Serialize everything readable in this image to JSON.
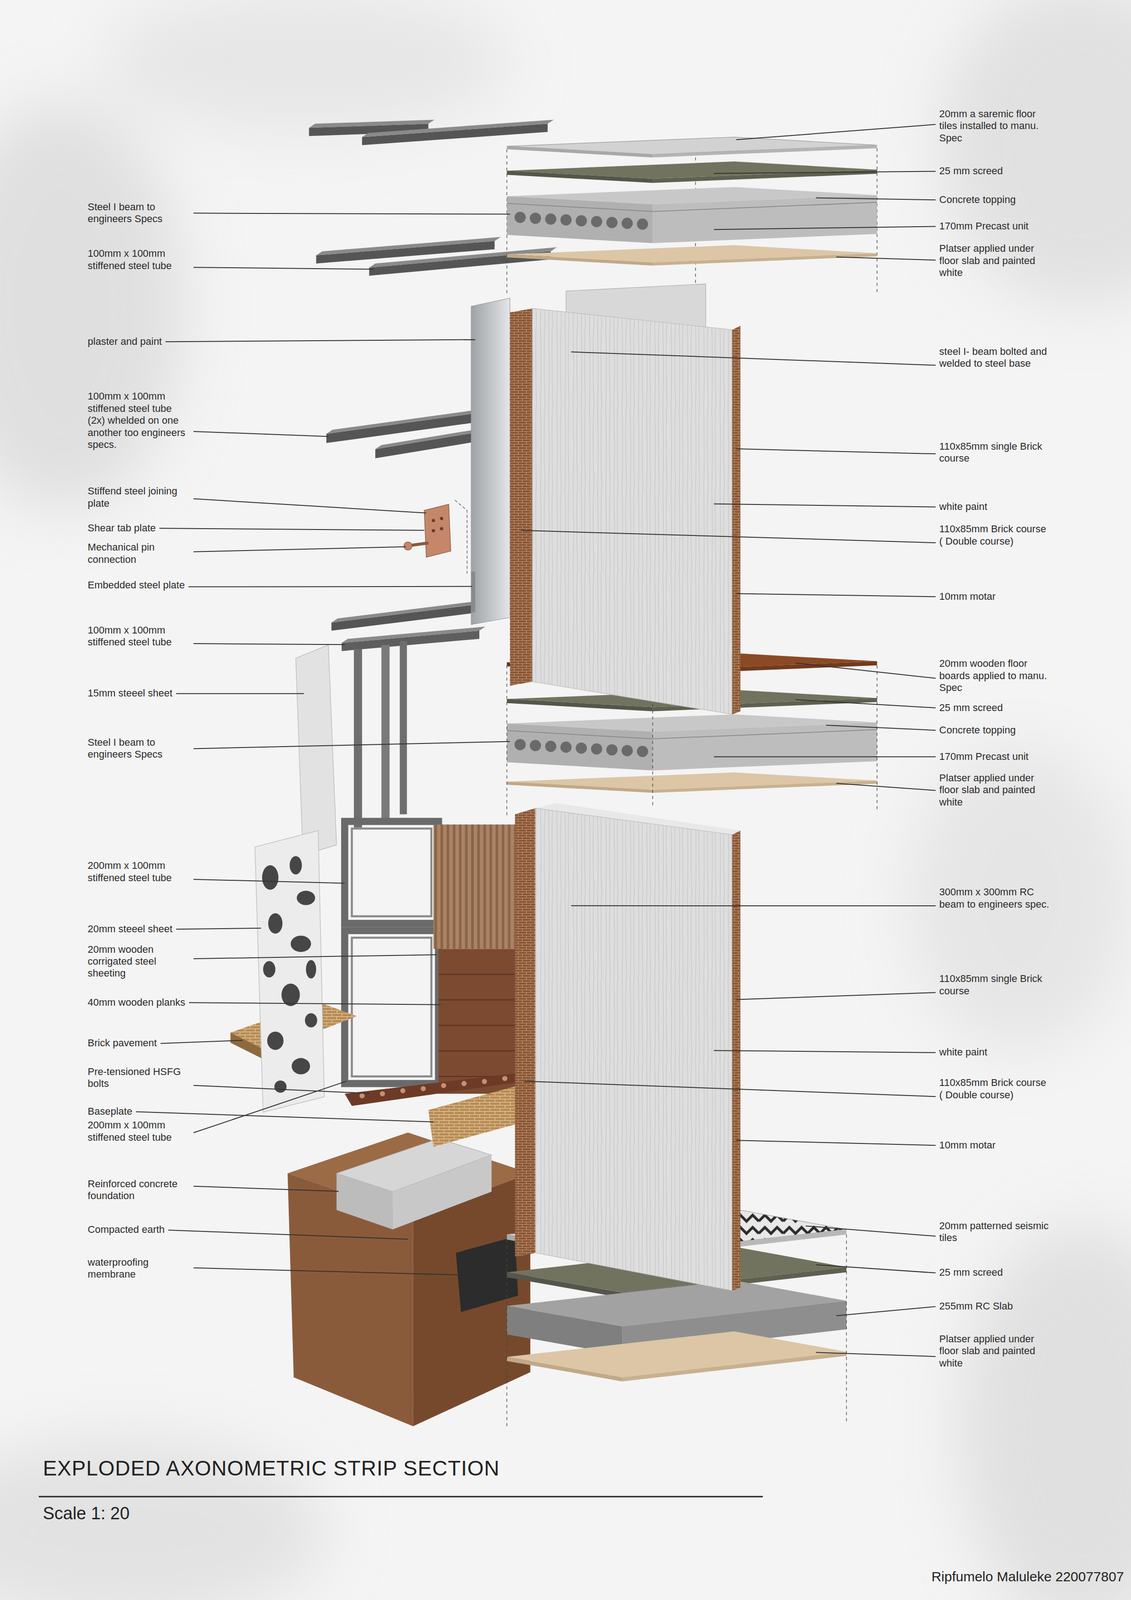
{
  "diagram": {
    "title": "EXPLODED AXONOMETRIC STRIP SECTION",
    "labels": [
      "Steel I beam to engineers Specs",
      "100mm x 100mm stiffened steel tube",
      "plaster and paint",
      "100mm x 100mm stiffened steel tube (2x) whelded on one another too engineers specs.",
      "Stiffend steel joining plate",
      "Shear tab plate",
      "Mechanical pin connection",
      "Embedded steel plate",
      "100mm x 100mm stiffened steel tube",
      "15mm steeel sheet",
      "Steel I beam to engineers Specs",
      "200mm x 100mm stiffened steel tube",
      "20mm steeel sheet",
      "20mm wooden corrigated steel sheeting",
      "40mm wooden planks",
      "Brick pavement",
      "Pre-tensioned HSFG bolts",
      "Baseplate",
      "200mm x 100mm stiffened steel tube",
      "Reinforced concrete foundation",
      "Compacted earth",
      "waterproofing membrane",
      "20mm a saremic floor tiles installed to manu. Spec",
      "25 mm screed",
      "Concrete topping",
      "170mm Precast unit",
      "Platser applied under floor slab and painted white",
      "steel I- beam bolted and welded to steel base",
      "110x85mm single Brick course",
      "white paint",
      "110x85mm Brick course ( Double course)",
      "10mm motar",
      "20mm wooden floor boards applied to manu. Spec",
      "25 mm screed",
      "Concrete topping",
      "170mm Precast unit",
      "Platser applied under floor slab and painted white",
      "300mm x 300mm RC beam to engineers spec.",
      "110x85mm single Brick course",
      "white paint",
      "110x85mm Brick course ( Double course)",
      "10mm motar",
      "20mm patterned seismic tiles",
      "25 mm screed",
      "255mm RC Slab",
      "Platser applied under floor slab and painted white",
      "Scale 1: 20",
      "Ripfumelo Maluleke 220077807"
    ]
  }
}
